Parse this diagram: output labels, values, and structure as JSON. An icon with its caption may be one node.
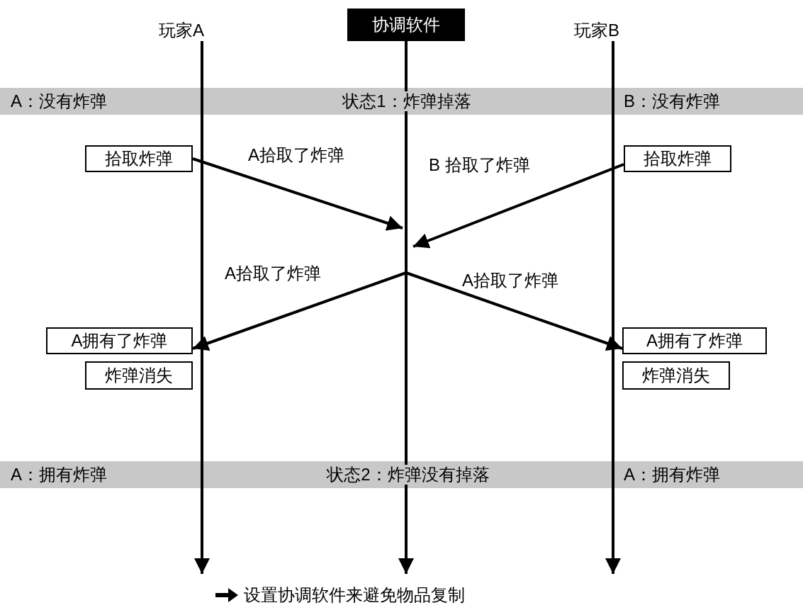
{
  "diagram": {
    "caption": "设置协调软件来避免物品复制",
    "nodes": [
      {
        "text": [
          "玩家A"
        ]
      },
      {
        "text": [
          "协调软件"
        ]
      },
      {
        "text": [
          "玩家B"
        ]
      },
      {
        "text": [
          "A：没有炸弹",
          "状态1：炸弹掉落",
          "B：没有炸弹"
        ]
      },
      {
        "text": [
          "拾取炸弹"
        ]
      },
      {
        "text": [
          "拾取炸弹"
        ]
      },
      {
        "text": [
          "A拥有了炸弹"
        ]
      },
      {
        "text": [
          "A拥有了炸弹"
        ]
      },
      {
        "text": [
          "炸弹消失"
        ]
      },
      {
        "text": [
          "炸弹消失"
        ]
      },
      {
        "text": [
          "A：拥有炸弹",
          "状态2：炸弹没有掉落",
          "A：拥有炸弹"
        ]
      }
    ],
    "edges": [
      {
        "from": 0,
        "to": null,
        "arrow": "to"
      },
      {
        "from": 1,
        "to": null,
        "arrow": "to"
      },
      {
        "from": 2,
        "to": null,
        "arrow": "to"
      },
      {
        "from": 4,
        "to": null,
        "arrow": "to",
        "label": "A拾取了炸弹"
      },
      {
        "from": 5,
        "to": null,
        "arrow": "to",
        "label": "B 拾取了炸弹"
      },
      {
        "from": null,
        "to": 6,
        "arrow": "to",
        "label": "A拾取了炸弹"
      },
      {
        "from": null,
        "to": 7,
        "arrow": "to",
        "label": "A拾取了炸弹"
      }
    ]
  }
}
